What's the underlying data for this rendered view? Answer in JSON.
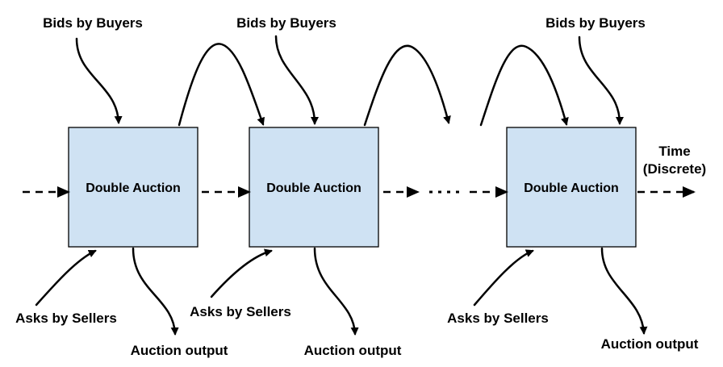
{
  "diagram": {
    "box_label": "Double Auction",
    "bids_label": "Bids by Buyers",
    "asks_label": "Asks by Sellers",
    "output_label": "Auction output",
    "time_label_line1": "Time",
    "time_label_line2": "(Discrete)",
    "ellipsis": "...."
  }
}
